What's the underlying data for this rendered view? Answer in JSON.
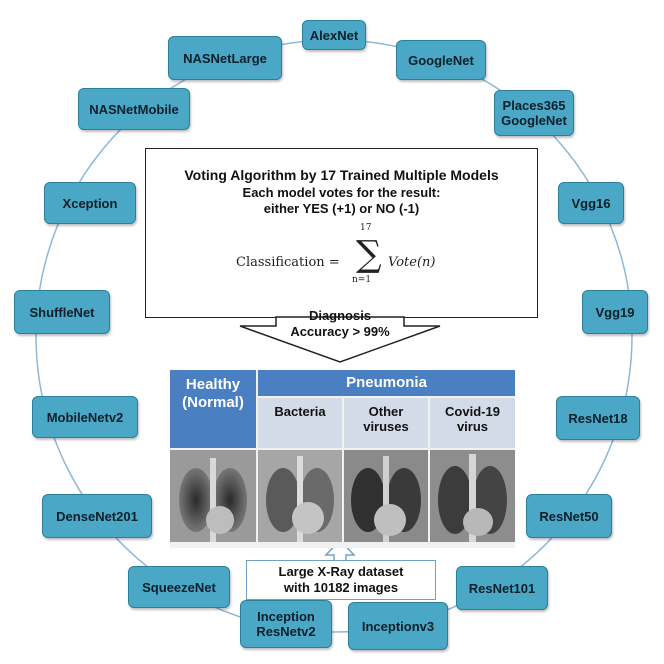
{
  "models": [
    {
      "id": "alexnet",
      "label": "AlexNet"
    },
    {
      "id": "googlenet",
      "label": "GoogleNet"
    },
    {
      "id": "places365",
      "label": "Places365\nGoogleNet"
    },
    {
      "id": "vgg16",
      "label": "Vgg16"
    },
    {
      "id": "vgg19",
      "label": "Vgg19"
    },
    {
      "id": "resnet18",
      "label": "ResNet18"
    },
    {
      "id": "resnet50",
      "label": "ResNet50"
    },
    {
      "id": "resnet101",
      "label": "ResNet101"
    },
    {
      "id": "inceptionv3",
      "label": "Inceptionv3"
    },
    {
      "id": "inception-resnetv2",
      "label": "Inception\nResNetv2"
    },
    {
      "id": "squeezenet",
      "label": "SqueezeNet"
    },
    {
      "id": "densenet201",
      "label": "DenseNet201"
    },
    {
      "id": "mobilenetv2",
      "label": "MobileNetv2"
    },
    {
      "id": "shufflenet",
      "label": "ShuffleNet"
    },
    {
      "id": "xception",
      "label": "Xception"
    },
    {
      "id": "nasnetmobile",
      "label": "NASNetMobile"
    },
    {
      "id": "nasnetlarge",
      "label": "NASNetLarge"
    }
  ],
  "voting": {
    "title": "Voting Algorithm by 17 Trained Multiple Models",
    "line1": "Each model votes for the result:",
    "line2": "either YES (+1) or NO (-1)",
    "formula_lhs": "Classification =",
    "formula_rhs": "Vote(n)",
    "sum_upper": "17",
    "sum_lower": "n=1"
  },
  "diagnosis": {
    "line1": "Diagnosis",
    "line2": "Accuracy > 99%"
  },
  "categories": {
    "healthy": "Healthy\n(Normal)",
    "pneumonia": "Pneumonia",
    "bacteria": "Bacteria",
    "other_viruses": "Other\nviruses",
    "covid": "Covid-19\nvirus"
  },
  "dataset": {
    "line1": "Large X-Ray dataset",
    "line2": "with 10182 images"
  },
  "colors": {
    "model_fill": "#4aa8c6",
    "header_blue": "#4a7fc1",
    "subheader": "#d3dbe8",
    "circle": "#8fb8d8"
  }
}
